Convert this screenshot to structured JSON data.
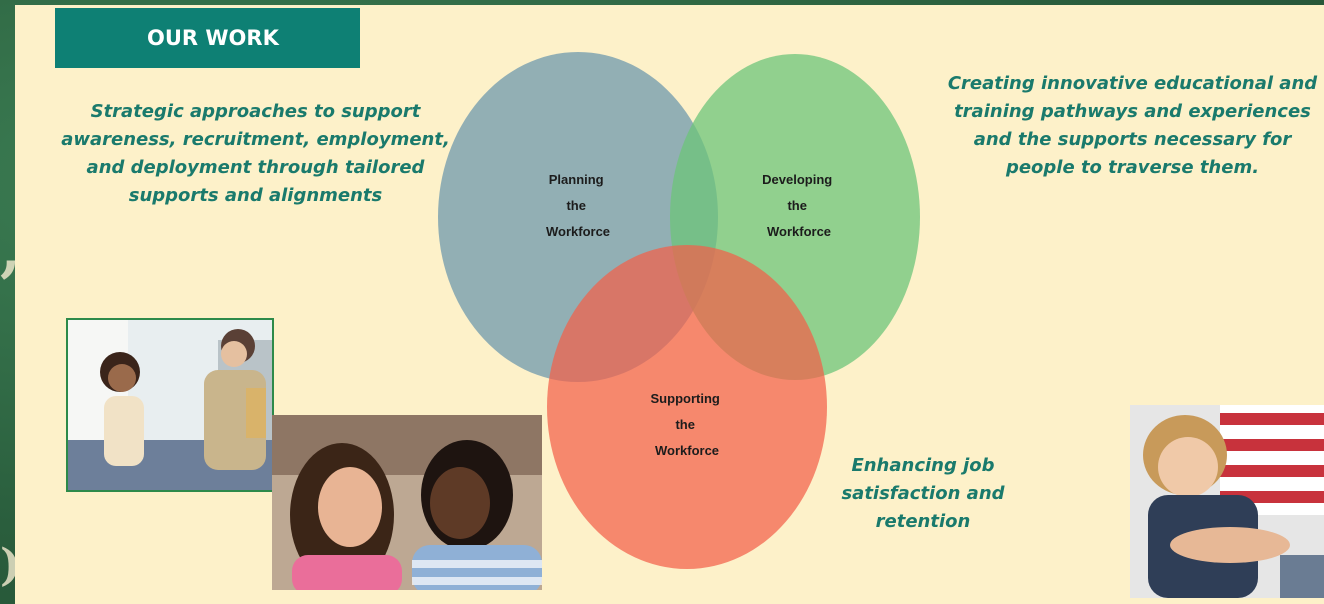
{
  "header": {
    "title": "OUR WORK"
  },
  "left_blurb": {
    "text": "Strategic approaches to support awareness, recruitment, employment, and deployment through tailored supports and alignments"
  },
  "right_blurb": {
    "text": "Creating innovative educational and training pathways and experiences and the supports necessary for people to traverse them."
  },
  "bottom_blurb": {
    "text": "Enhancing job satisfaction and retention"
  },
  "venn": {
    "circles": [
      {
        "label_lines": [
          "Planning",
          "the",
          "Workforce"
        ],
        "color": "#7fa3b0"
      },
      {
        "label_lines": [
          "Developing",
          "the",
          "Workforce"
        ],
        "color": "#6cc47a"
      },
      {
        "label_lines": [
          "Supporting",
          "the",
          "Workforce"
        ],
        "color": "#f2604a"
      }
    ]
  },
  "colors": {
    "header_bg": "#0e8074",
    "accent_text": "#1a7a6c",
    "panel_bg": "#fdf1c9",
    "outer_bg": "#2f6b45"
  },
  "photos": [
    {
      "name": "girl-and-woman-talking-photo"
    },
    {
      "name": "two-women-laughing-photo"
    },
    {
      "name": "child-hugging-adult-photo"
    }
  ]
}
